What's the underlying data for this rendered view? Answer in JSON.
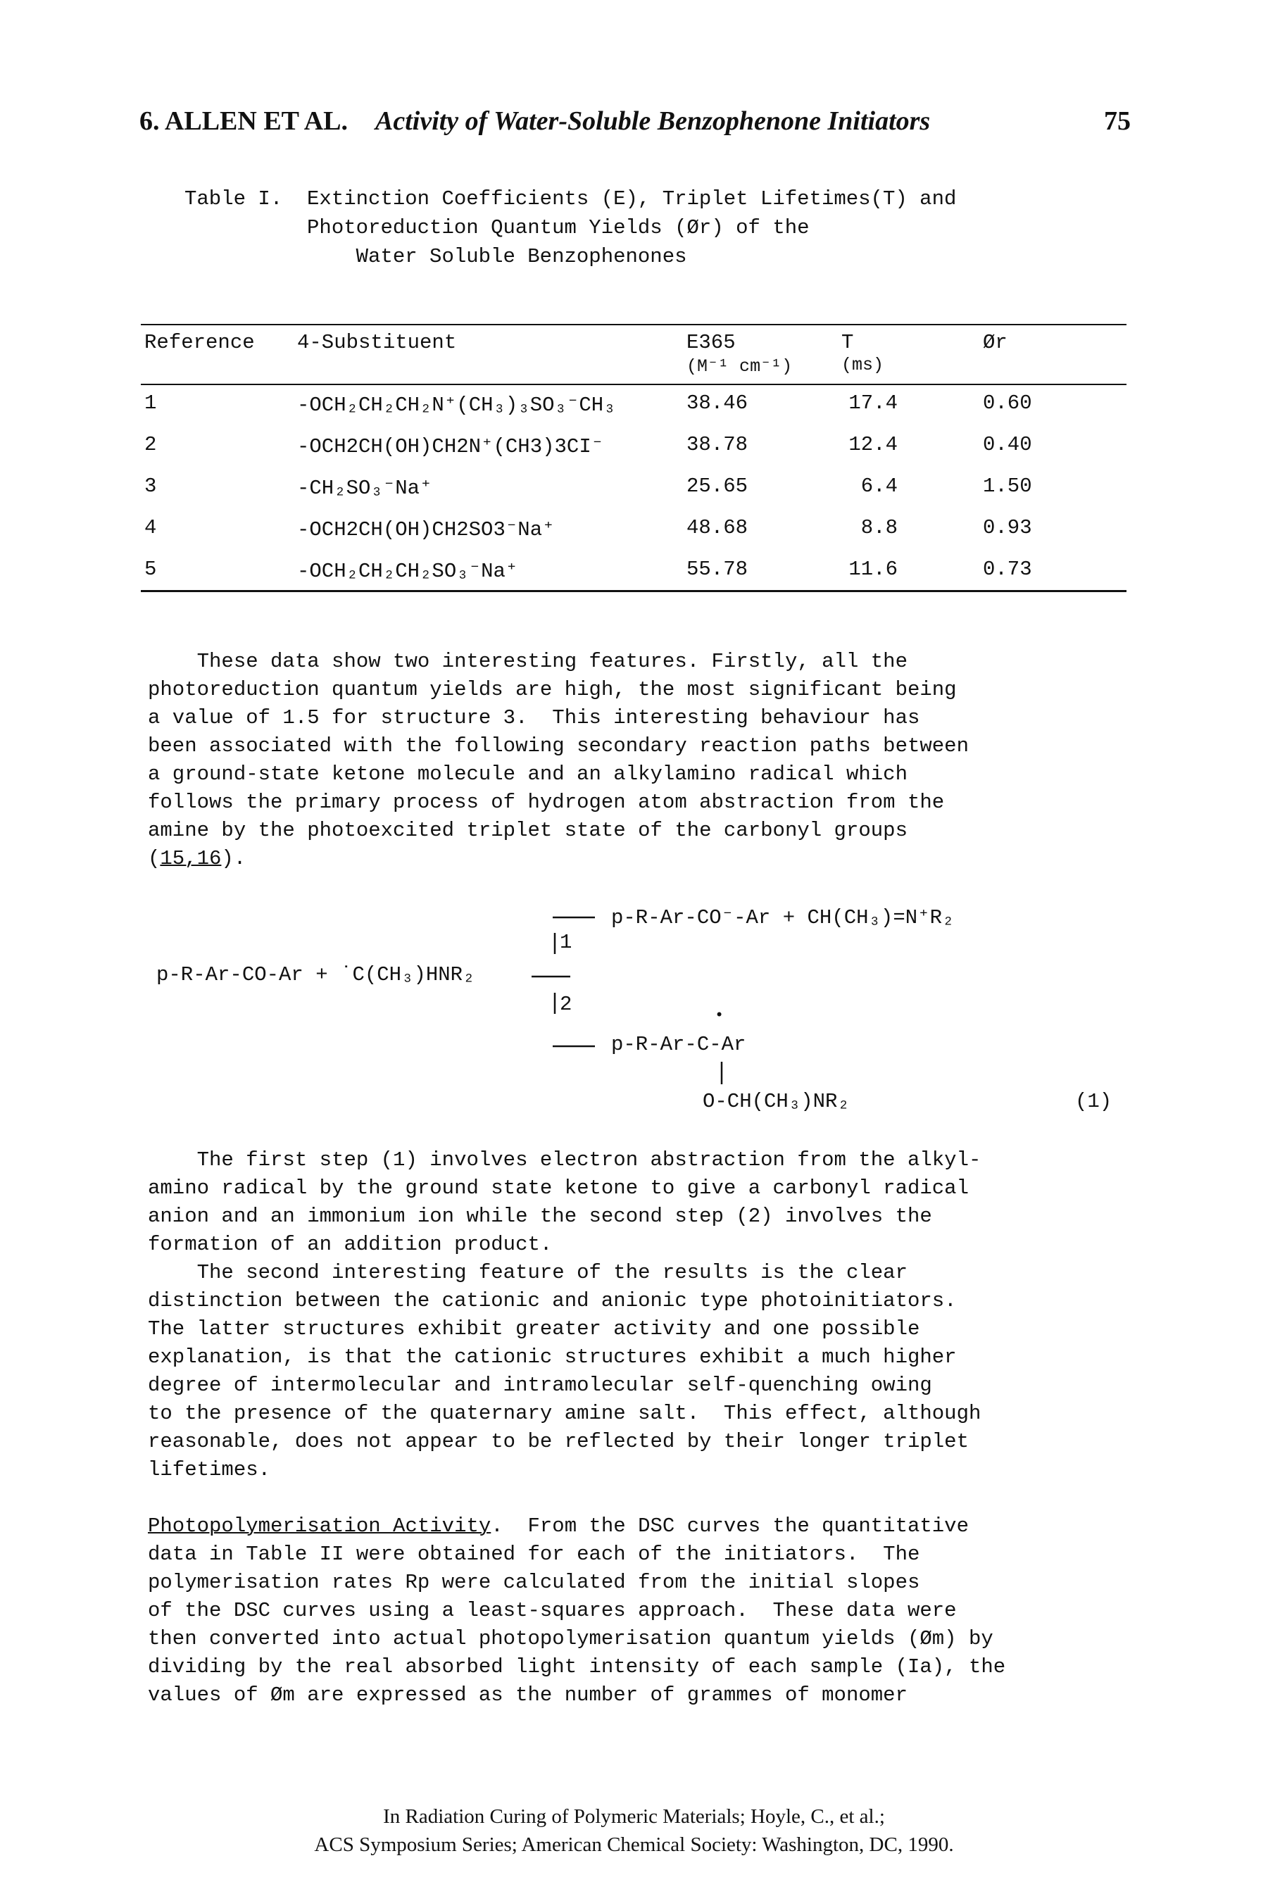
{
  "header": {
    "chapter": "6. ALLEN ET AL.",
    "running_title": "Activity of Water-Soluble Benzophenone Initiators",
    "page_number": "75"
  },
  "table": {
    "caption_line1": "Table I.  Extinction Coefficients (E), Triplet Lifetimes(T) and",
    "caption_line2": "          Photoreduction Quantum Yields (Ør) of the",
    "caption_line3": "              Water Soluble Benzophenones",
    "headers": {
      "reference": "Reference",
      "substituent": "4-Substituent",
      "e365": "E365",
      "e365_units": "(M⁻¹ cm⁻¹)",
      "t": "T",
      "t_units": "(ms)",
      "phi_r": "Ør"
    },
    "rows": [
      {
        "ref": "1",
        "substituent": "-OCH₂CH₂CH₂N⁺(CH₃)₃SO₃⁻CH₃",
        "e365": "38.46",
        "t": "17.4",
        "phi": "0.60"
      },
      {
        "ref": "2",
        "substituent": "-OCH2CH(OH)CH2N⁺(CH3)3CI⁻",
        "e365": "38.78",
        "t": "12.4",
        "phi": "0.40"
      },
      {
        "ref": "3",
        "substituent": "-CH₂SO₃⁻Na⁺",
        "e365": "25.65",
        "t": "6.4",
        "phi": "1.50"
      },
      {
        "ref": "4",
        "substituent": "-OCH2CH(OH)CH2SO3⁻Na⁺",
        "e365": "48.68",
        "t": "8.8",
        "phi": "0.93"
      },
      {
        "ref": "5",
        "substituent": "-OCH₂CH₂CH₂SO₃⁻Na⁺",
        "e365": "55.78",
        "t": "11.6",
        "phi": "0.73"
      }
    ]
  },
  "para1": {
    "l1": "    These data show two interesting features. Firstly, all the",
    "l2": "photoreduction quantum yields are high, the most significant being",
    "l3": "a value of 1.5 for structure 3.  This interesting behaviour has",
    "l4": "been associated with the following secondary reaction paths between",
    "l5": "a ground-state ketone molecule and an alkylamino radical which",
    "l6": "follows the primary process of hydrogen atom abstraction from the",
    "l7": "amine by the photoexcited triplet state of the carbonyl groups",
    "ref": "15,16",
    "l8_open": "(",
    "l8_close": ")."
  },
  "reaction": {
    "product1": "p-R-Ar-CO⁻-Ar + CH(CH₃)=N⁺R₂",
    "reactants": "p-R-Ar-CO-Ar + ˙C(CH₃)HNR₂",
    "path1": "1",
    "path2": "2",
    "product2_dot": "•",
    "product2": "p-R-Ar-C-Ar",
    "product2_sub": "O-CH(CH₃)NR₂",
    "eq_number": "(1)"
  },
  "para2": {
    "l1": "    The first step (1) involves electron abstraction from the alkyl-",
    "l2": "amino radical by the ground state ketone to give a carbonyl radical",
    "l3": "anion and an immonium ion while the second step (2) involves the",
    "l4": "formation of an addition product."
  },
  "para3": {
    "l1": "    The second interesting feature of the results is the clear",
    "l2": "distinction between the cationic and anionic type photoinitiators.",
    "l3": "The latter structures exhibit greater activity and one possible",
    "l4": "explanation, is that the cationic structures exhibit a much higher",
    "l5": "degree of intermolecular and intramolecular self-quenching owing",
    "l6": "to the presence of the quaternary amine salt.  This effect, although",
    "l7": "reasonable, does not appear to be reflected by their longer triplet",
    "l8": "lifetimes."
  },
  "para4": {
    "heading": "Photopolymerisation Activity",
    "l1_rest": ".  From the DSC curves the quantitative",
    "l2": "data in Table II were obtained for each of the initiators.  The",
    "l3": "polymerisation rates Rp were calculated from the initial slopes",
    "l4": "of the DSC curves using a least-squares approach.  These data were",
    "l5": "then converted into actual photopolymerisation quantum yields (Øm) by",
    "l6": "dividing by the real absorbed light intensity of each sample (Ia), the",
    "l7": "values of Øm are expressed as the number of grammes of monomer"
  },
  "footer": {
    "line1": "In Radiation Curing of Polymeric Materials; Hoyle, C., et al.;",
    "line2": "ACS Symposium Series; American Chemical Society: Washington, DC, 1990."
  }
}
